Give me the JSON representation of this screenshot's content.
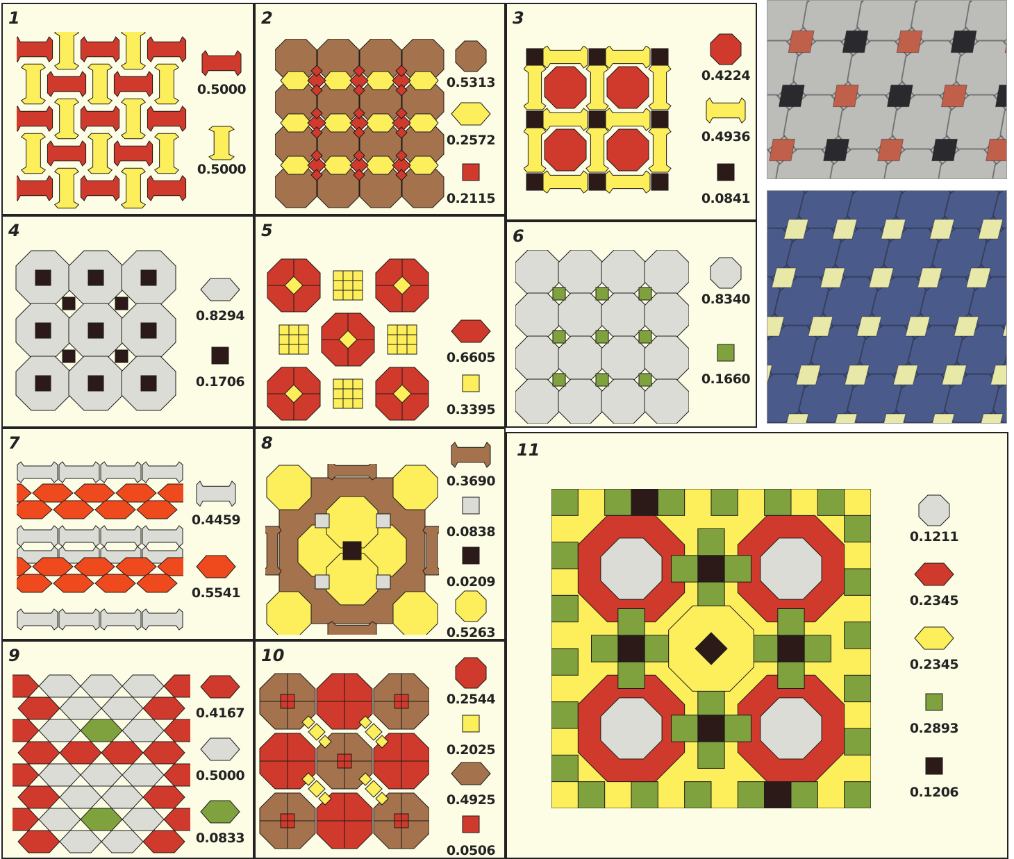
{
  "colors": {
    "red": "#d03a2c",
    "yellow": "#fdee5c",
    "brown": "#a4734e",
    "grey": "#dcdcd6",
    "dark": "#2c1a18",
    "green": "#7fa23e",
    "orange": "#ee4a1d",
    "stroke": "#1a1a1a"
  },
  "panels": [
    {
      "number": "1",
      "legend": [
        {
          "shape": "bone-h",
          "color": "red",
          "value": "0.5000"
        },
        {
          "shape": "bone-v",
          "color": "yellow",
          "value": "0.5000"
        }
      ]
    },
    {
      "number": "2",
      "legend": [
        {
          "shape": "octagon",
          "color": "brown",
          "value": "0.5313"
        },
        {
          "shape": "hexagon",
          "color": "yellow",
          "value": "0.2572"
        },
        {
          "shape": "square",
          "color": "red",
          "value": "0.2115"
        }
      ]
    },
    {
      "number": "3",
      "legend": [
        {
          "shape": "octagon",
          "color": "red",
          "value": "0.4224"
        },
        {
          "shape": "bone-h",
          "color": "yellow",
          "value": "0.4936"
        },
        {
          "shape": "square",
          "color": "dark",
          "value": "0.0841"
        }
      ]
    },
    {
      "number": "4",
      "legend": [
        {
          "shape": "hexagon",
          "color": "grey",
          "value": "0.8294"
        },
        {
          "shape": "square",
          "color": "dark",
          "value": "0.1706"
        }
      ]
    },
    {
      "number": "5",
      "legend": [
        {
          "shape": "hexagon",
          "color": "red",
          "value": "0.6605"
        },
        {
          "shape": "square",
          "color": "yellow",
          "value": "0.3395"
        }
      ]
    },
    {
      "number": "6",
      "legend": [
        {
          "shape": "octagon",
          "color": "grey",
          "value": "0.8340"
        },
        {
          "shape": "square",
          "color": "green",
          "value": "0.1660"
        }
      ]
    },
    {
      "number": "7",
      "legend": [
        {
          "shape": "bone-h",
          "color": "grey",
          "value": "0.4459"
        },
        {
          "shape": "hexagon",
          "color": "orange",
          "value": "0.5541"
        }
      ]
    },
    {
      "number": "8",
      "legend": [
        {
          "shape": "bone-h",
          "color": "brown",
          "value": "0.3690"
        },
        {
          "shape": "square",
          "color": "grey",
          "value": "0.0838"
        },
        {
          "shape": "square",
          "color": "dark",
          "value": "0.0209"
        },
        {
          "shape": "octagon",
          "color": "yellow",
          "value": "0.5263"
        }
      ]
    },
    {
      "number": "9",
      "legend": [
        {
          "shape": "hexagon",
          "color": "red",
          "value": "0.4167"
        },
        {
          "shape": "hexagon",
          "color": "grey",
          "value": "0.5000"
        },
        {
          "shape": "hexagon",
          "color": "green",
          "value": "0.0833"
        }
      ]
    },
    {
      "number": "10",
      "legend": [
        {
          "shape": "octagon",
          "color": "red",
          "value": "0.2544"
        },
        {
          "shape": "square",
          "color": "yellow",
          "value": "0.2025"
        },
        {
          "shape": "hexagon",
          "color": "brown",
          "value": "0.4925"
        },
        {
          "shape": "square",
          "color": "red",
          "value": "0.0506"
        }
      ]
    },
    {
      "number": "11",
      "legend": [
        {
          "shape": "octagon",
          "color": "grey",
          "value": "0.1211"
        },
        {
          "shape": "hexagon",
          "color": "red",
          "value": "0.2345"
        },
        {
          "shape": "hexagon",
          "color": "yellow",
          "value": "0.2345"
        },
        {
          "shape": "square",
          "color": "green",
          "value": "0.2893"
        },
        {
          "shape": "square",
          "color": "dark",
          "value": "0.1206"
        }
      ]
    }
  ],
  "photos": [
    {
      "tile_color": "#bcbcb8",
      "accent_colors": [
        "#c0604a",
        "#2a2a2e"
      ]
    },
    {
      "tile_color": "#4a5a8a",
      "accent_colors": [
        "#e8e8a8"
      ]
    }
  ]
}
